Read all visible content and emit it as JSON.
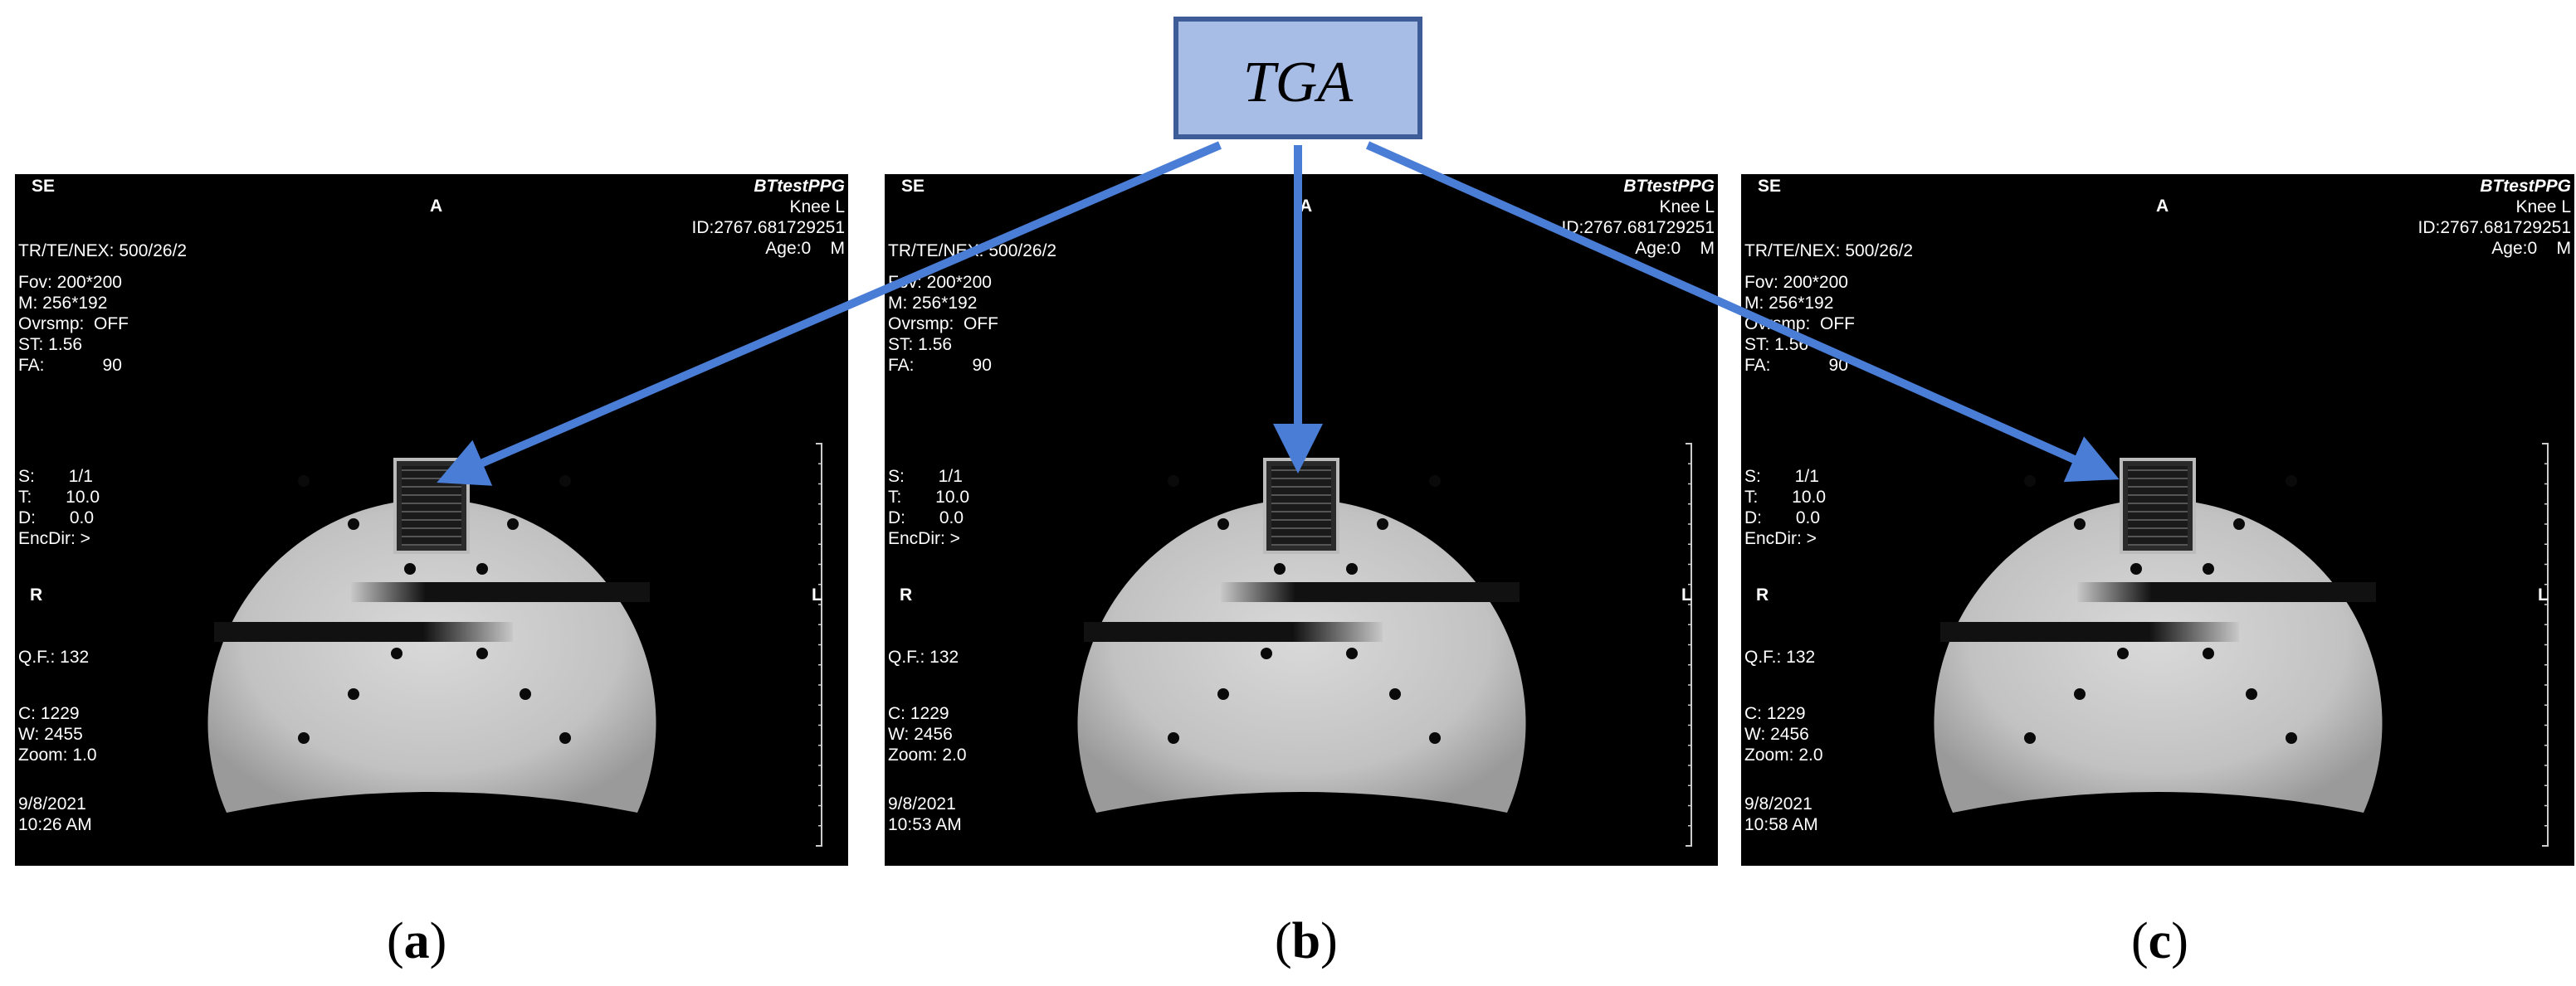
{
  "callout": {
    "label": "TGA",
    "fill": "#a8bde6",
    "stroke": "#3e5c97",
    "arrow_color": "#4a7dd6"
  },
  "panels": [
    {
      "id": "a",
      "sublabel_letter": "a",
      "seq": "SE",
      "orient_top": "A",
      "orient_left": "R",
      "orient_right": "L",
      "protocol": "BTtestPPG",
      "body_part": "Knee L",
      "patient_id": "ID:2767.681729251",
      "age": "Age:0    M",
      "tr_te_nex": "TR/TE/NEX: 500/26/2",
      "fov": "Fov: 200*200",
      "matrix": "M: 256*192",
      "ovrsmp": "Ovrsmp:  OFF",
      "st": "ST: 1.56",
      "fa": "FA:            90",
      "s": "S:       1/1",
      "t": "T:       10.0",
      "d": "D:       0.0",
      "encdir": "EncDir: >",
      "qf": "Q.F.: 132",
      "c": "C: 1229",
      "w": "W: 2455",
      "zoom": "Zoom: 1.0",
      "date": "9/8/2021",
      "time": "10:26 AM",
      "scale": "1 cm"
    },
    {
      "id": "b",
      "sublabel_letter": "b",
      "seq": "SE",
      "orient_top": "A",
      "orient_left": "R",
      "orient_right": "L",
      "protocol": "BTtestPPG",
      "body_part": "Knee L",
      "patient_id": "ID:2767.681729251",
      "age": "Age:0    M",
      "tr_te_nex": "TR/TE/NEX: 500/26/2",
      "fov": "Fov: 200*200",
      "matrix": "M: 256*192",
      "ovrsmp": "Ovrsmp:  OFF",
      "st": "ST: 1.56",
      "fa": "FA:            90",
      "s": "S:       1/1",
      "t": "T:       10.0",
      "d": "D:       0.0",
      "encdir": "EncDir: >",
      "qf": "Q.F.: 132",
      "c": "C: 1229",
      "w": "W: 2456",
      "zoom": "Zoom: 2.0",
      "date": "9/8/2021",
      "time": "10:53 AM",
      "scale": "1 cm"
    },
    {
      "id": "c",
      "sublabel_letter": "c",
      "seq": "SE",
      "orient_top": "A",
      "orient_left": "R",
      "orient_right": "L",
      "protocol": "BTtestPPG",
      "body_part": "Knee L",
      "patient_id": "ID:2767.681729251",
      "age": "Age:0    M",
      "tr_te_nex": "TR/TE/NEX: 500/26/2",
      "fov": "Fov: 200*200",
      "matrix": "M: 256*192",
      "ovrsmp": "Ovrsmp:  OFF",
      "st": "ST: 1.56",
      "fa": "FA:            90",
      "s": "S:       1/1",
      "t": "T:       10.0",
      "d": "D:       0.0",
      "encdir": "EncDir: >",
      "qf": "Q.F.: 132",
      "c": "C: 1229",
      "w": "W: 2456",
      "zoom": "Zoom: 2.0",
      "date": "9/8/2021",
      "time": "10:58 AM",
      "scale": "1 cm"
    }
  ]
}
